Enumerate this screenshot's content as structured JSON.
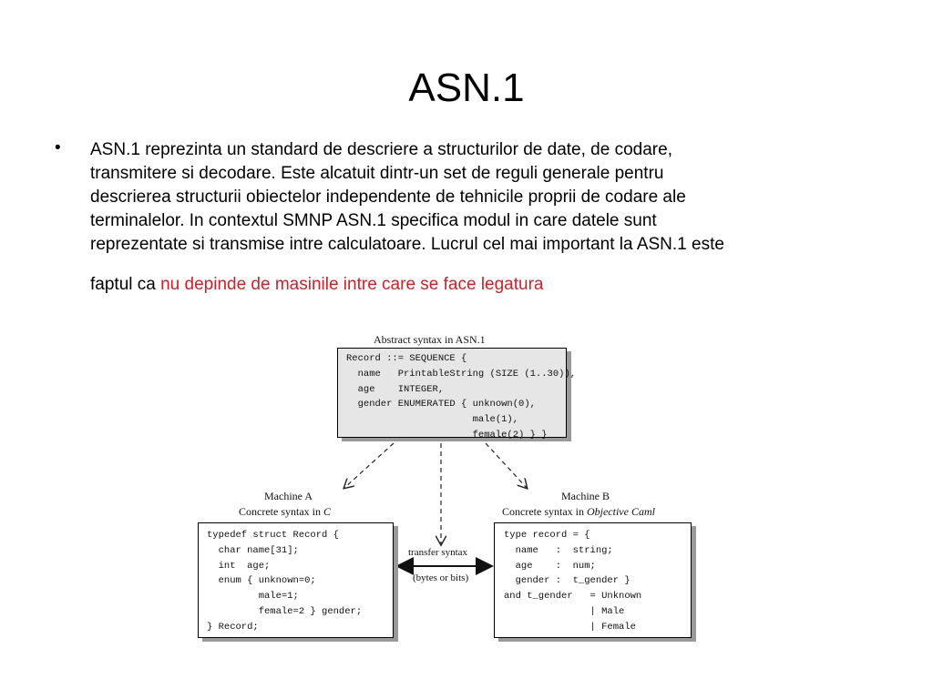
{
  "slide": {
    "title": "ASN.1",
    "bullet_symbol": "•",
    "paragraph_lines": [
      "ASN.1 reprezinta un standard de descriere a structurilor de date, de codare,",
      "transmitere si decodare. Este alcatuit dintr-un set de reguli generale pentru",
      "descrierea structurii obiectelor independente de tehnicile proprii de codare ale",
      "terminalelor. In contextul SMNP ASN.1 specifica modul in care datele sunt",
      "reprezentate si transmise intre calculatoare. Lucrul cel mai important la ASN.1 este"
    ],
    "last_line_prefix": "faptul ca ",
    "last_line_highlight": "nu depinde de masinile intre care se face legatura",
    "highlight_color": "#d0202a"
  },
  "diagram": {
    "abstract_caption": "Abstract syntax in ASN.1",
    "abstract_lines": [
      "Record ::= SEQUENCE {",
      "  name   PrintableString (SIZE (1..30)),",
      "  age    INTEGER,",
      "  gender ENUMERATED { unknown(0),",
      "                      male(1),",
      "                      female(2) } }"
    ],
    "machine_a_title": "Machine A",
    "machine_a_subtitle_prefix": "Concrete syntax in ",
    "machine_a_language": "C",
    "machine_a_lines": [
      "typedef struct Record {",
      "  char name[31];",
      "  int  age;",
      "  enum { unknown=0;",
      "         male=1;",
      "         female=2 } gender;",
      "} Record;"
    ],
    "machine_b_title": "Machine B",
    "machine_b_subtitle_prefix": "Concrete syntax in ",
    "machine_b_language": "Objective Caml",
    "machine_b_lines": [
      "type record = {",
      "  name   :  string;",
      "  age    :  num;",
      "  gender :  t_gender }",
      "and t_gender   = Unknown",
      "               | Male",
      "               | Female"
    ],
    "transfer_label": "transfer syntax",
    "transfer_sublabel": "(bytes or bits)"
  }
}
